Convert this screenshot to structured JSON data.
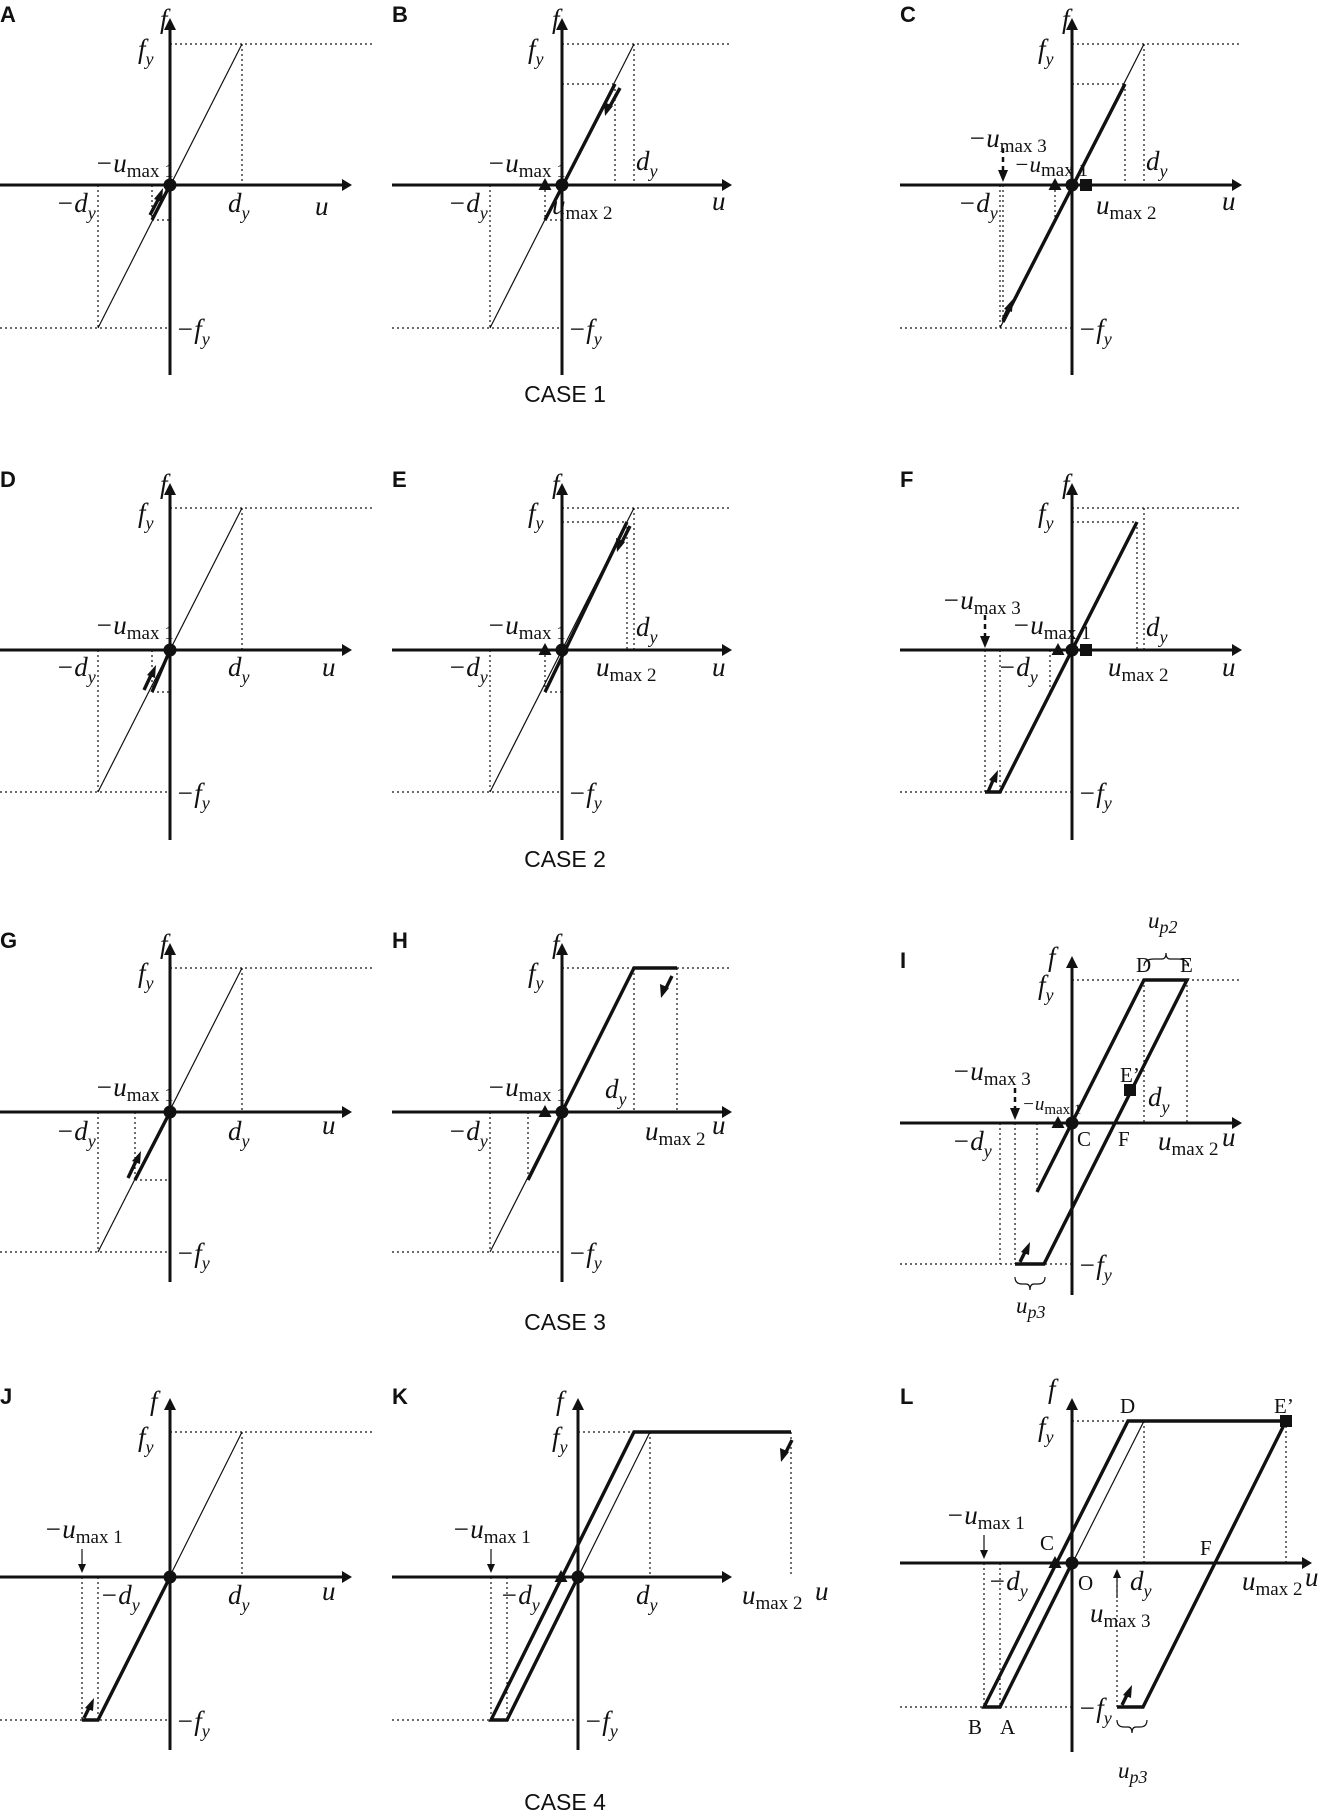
{
  "sym": {
    "f": "f",
    "u": "u",
    "fy": "f",
    "y": "y",
    "dy": "d",
    "neg": "−",
    "minus_fy": "−f",
    "minus_dy": "−d",
    "minus_umax": "−u",
    "umax": "u",
    "max1": "max 1",
    "max2": "max 2",
    "max3": "max 3",
    "p2": "p2",
    "p3": "p3"
  },
  "panels": [
    "A",
    "B",
    "C",
    "D",
    "E",
    "F",
    "G",
    "H",
    "I",
    "J",
    "K",
    "L"
  ],
  "cases": [
    "CASE 1",
    "CASE 2",
    "CASE 3",
    "CASE 4"
  ],
  "points": {
    "B": "B",
    "A": "A",
    "C": "C",
    "D": "D",
    "E": "E",
    "Eprime": "E’",
    "F": "F",
    "O": "O"
  }
}
